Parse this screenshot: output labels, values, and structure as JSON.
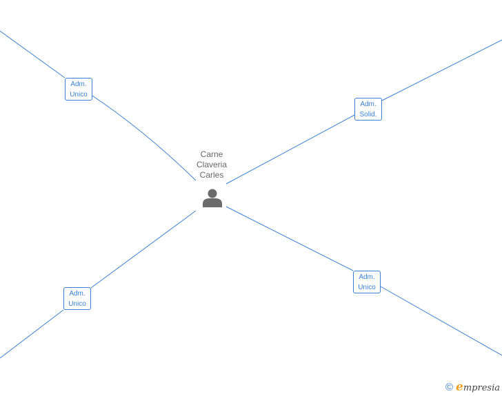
{
  "center": {
    "name_lines": [
      "Carne",
      "Claveria",
      "Carles"
    ],
    "icon": "person-icon"
  },
  "connections": [
    {
      "id": "top-left",
      "role_lines": [
        "Adm.",
        "Unico"
      ]
    },
    {
      "id": "top-right",
      "role_lines": [
        "Adm.",
        "Solid."
      ]
    },
    {
      "id": "bottom-left",
      "role_lines": [
        "Adm.",
        "Unico"
      ]
    },
    {
      "id": "bottom-right",
      "role_lines": [
        "Adm.",
        "Unico"
      ]
    }
  ],
  "watermark": {
    "symbol": "©",
    "brand_initial": "e",
    "brand_rest": "mpresia"
  },
  "colors": {
    "line": "#3a7fd0",
    "box_border": "#3a7fd0",
    "role_text": "#3a7fd0",
    "name_text": "#666666",
    "icon": "#6b6b6b",
    "brand_accent": "#f0a020"
  }
}
